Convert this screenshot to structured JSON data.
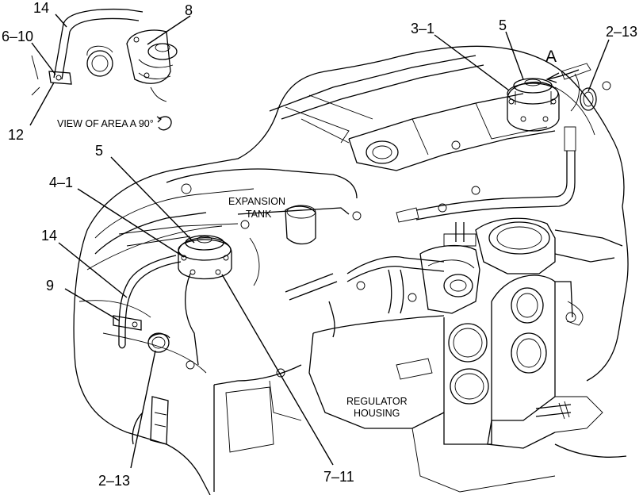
{
  "diagram": {
    "callouts": {
      "c14_top": "14",
      "c8": "8",
      "c6_10": "6–10",
      "c12": "12",
      "c3_1": "3–1",
      "c5_top": "5",
      "c2_13_top": "2–13",
      "c5_mid": "5",
      "c4_1": "4–1",
      "c14_left": "14",
      "c9": "9",
      "c2_13_bottom": "2–13",
      "c7_11": "7–11"
    },
    "view_note": "VIEW OF AREA A  90°",
    "area_letter": "A",
    "expansion_tank": [
      "EXPANSION",
      "TANK"
    ],
    "regulator_housing": [
      "REGULATOR",
      "HOUSING"
    ]
  }
}
